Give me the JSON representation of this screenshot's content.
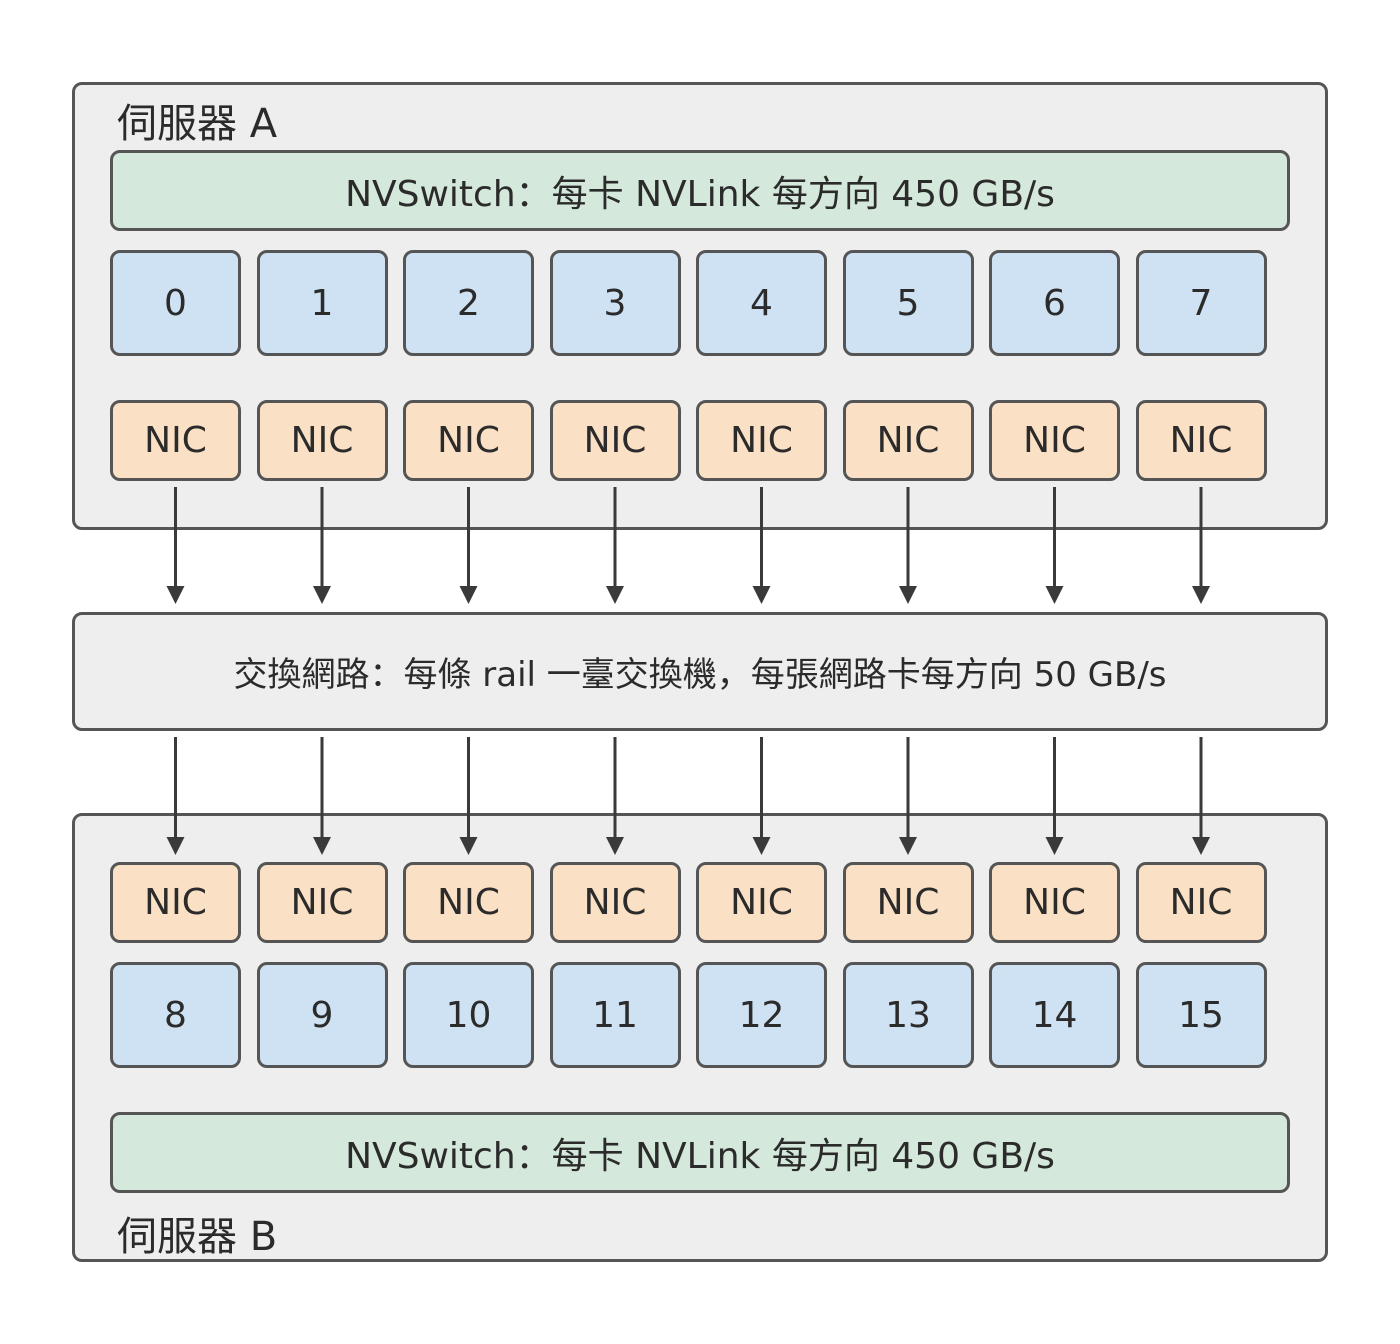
{
  "server_a": {
    "label": "伺服器 A",
    "nvswitch": "NVSwitch：每卡 NVLink 每方向 450 GB/s",
    "gpus": [
      "0",
      "1",
      "2",
      "3",
      "4",
      "5",
      "6",
      "7"
    ],
    "nics": [
      "NIC",
      "NIC",
      "NIC",
      "NIC",
      "NIC",
      "NIC",
      "NIC",
      "NIC"
    ]
  },
  "switch_network": {
    "label": "交換網路：每條 rail 一臺交換機，每張網路卡每方向 50 GB/s"
  },
  "server_b": {
    "label": "伺服器 B",
    "nvswitch": "NVSwitch：每卡 NVLink 每方向 450 GB/s",
    "gpus": [
      "8",
      "9",
      "10",
      "11",
      "12",
      "13",
      "14",
      "15"
    ],
    "nics": [
      "NIC",
      "NIC",
      "NIC",
      "NIC",
      "NIC",
      "NIC",
      "NIC",
      "NIC"
    ]
  },
  "colors": {
    "server_bg": "#eeeeee",
    "nvswitch_bg": "#d4e8db",
    "gpu_bg": "#cfe2f3",
    "nic_bg": "#fae0c4",
    "border": "#555555"
  }
}
